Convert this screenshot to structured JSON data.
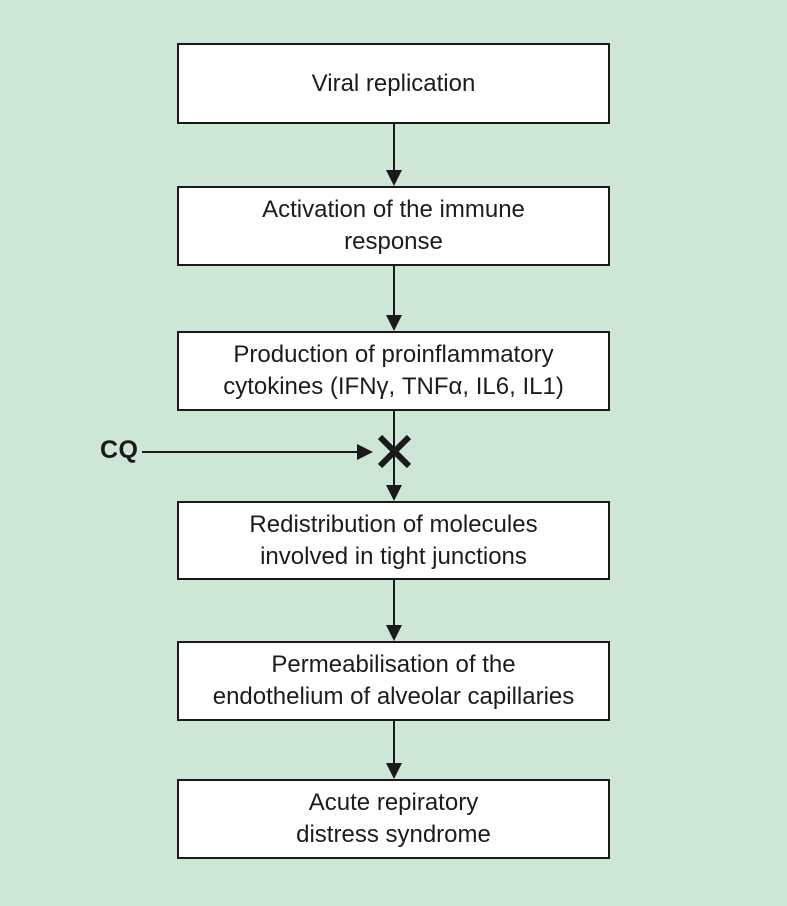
{
  "colors": {
    "background": "#cde6d6",
    "box_fill": "#ffffff",
    "line": "#1a1a1a"
  },
  "steps": [
    {
      "lines": [
        "Viral replication"
      ]
    },
    {
      "lines": [
        "Activation of the immune",
        "response"
      ]
    },
    {
      "lines": [
        "Production of proinflammatory",
        "cytokines (IFNγ, TNFα, IL6, IL1)"
      ]
    },
    {
      "lines": [
        "Redistribution of molecules",
        "involved in tight junctions"
      ]
    },
    {
      "lines": [
        "Permeabilisation of the",
        "endothelium of alveolar capillaries"
      ]
    },
    {
      "lines": [
        "Acute repiratory",
        "distress syndrome"
      ]
    }
  ],
  "inhibitor": {
    "label": "CQ",
    "mark": "block-x-icon"
  }
}
